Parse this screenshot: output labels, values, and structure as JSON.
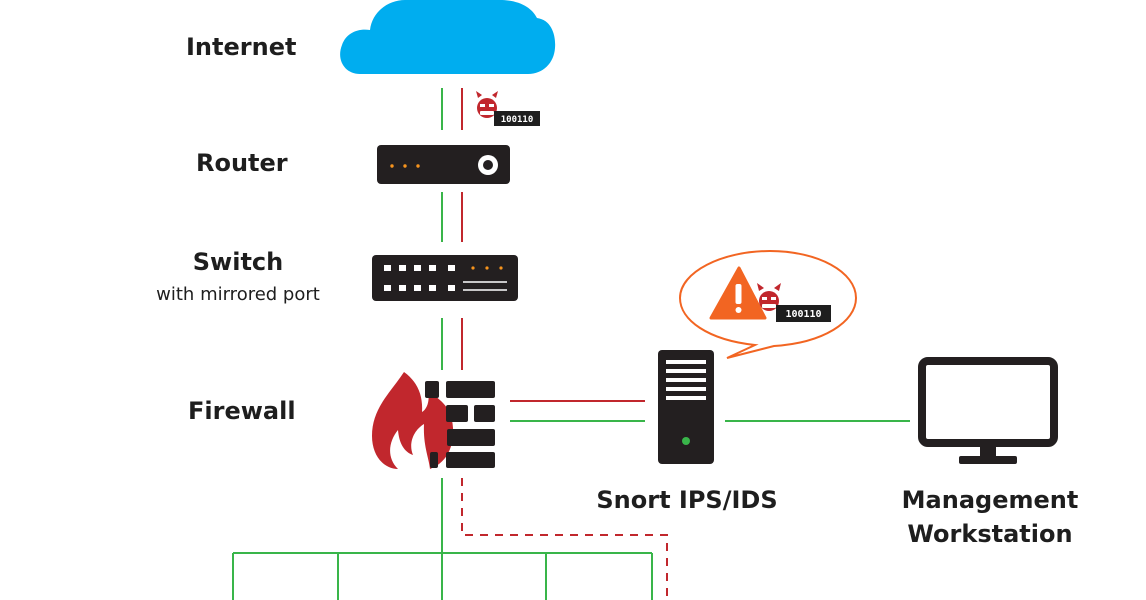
{
  "labels": {
    "internet": "Internet",
    "router": "Router",
    "switch": "Switch",
    "switch_sub": "with mirrored port",
    "firewall": "Firewall",
    "snort": "Snort IPS/IDS",
    "mgmt_line1": "Management",
    "mgmt_line2": "Workstation"
  },
  "binary_tags": {
    "top": "100110",
    "alert": "100110"
  },
  "icons": [
    "cloud-icon",
    "devil-icon",
    "router-icon",
    "switch-icon",
    "firewall-flame-icon",
    "server-tower-icon",
    "warning-triangle-icon",
    "monitor-icon"
  ],
  "colors": {
    "cloud": "#00adef",
    "normal_traffic": "#39b54a",
    "malicious_traffic": "#c1272d",
    "device": "#231f20",
    "flame": "#c1272d",
    "alert_fill": "#f26522",
    "alert_bubble_stroke": "#f26522",
    "status_led": "#39b54a",
    "router_led": "#f7941d"
  }
}
